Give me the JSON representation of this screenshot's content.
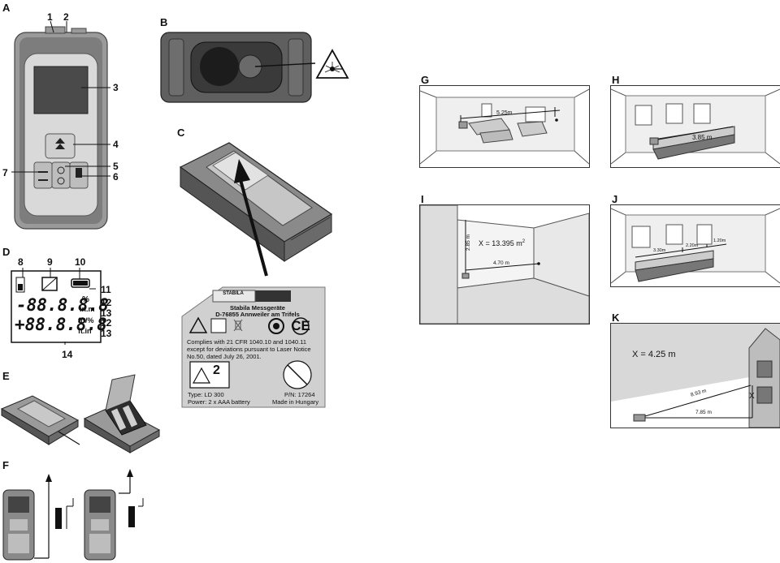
{
  "sections": {
    "a": "A",
    "b": "B",
    "c": "C",
    "d": "D",
    "e": "E",
    "f": "F",
    "g": "G",
    "h": "H",
    "i": "I",
    "j": "J",
    "k": "K"
  },
  "callouts_a": {
    "n1": "1",
    "n2": "2",
    "n3": "3",
    "n4": "4",
    "n5": "5",
    "n6": "6",
    "n7": "7"
  },
  "callouts_d": {
    "n8": "8",
    "n9": "9",
    "n10": "10",
    "n11": "11",
    "n12a": "12",
    "n13a": "13",
    "n12b": "12",
    "n13b": "13",
    "n14": "14"
  },
  "lcd": {
    "line1": "-88.8.8.8",
    "line2": "+88.8.8.8",
    "unit1a": "%",
    "unit1b": "in.m",
    "unit2a": "ft²/%",
    "unit2b": "ft.in"
  },
  "label": {
    "brand": "STABILA",
    "maker": "Stabila Messgeräte",
    "address": "D-76855 Annweiler am Trifels",
    "complies": "Complies with 21 CFR 1040.10 and 1040.11 except for deviations pursuant to Laser Notice No.50, dated July 26, 2001.",
    "class": "2",
    "type": "Type: LD 300",
    "power": "Power: 2 x AAA battery",
    "pn": "P/N: 17264",
    "made": "Made in Hungary"
  },
  "panel_g": {
    "distance": "5.25m"
  },
  "panel_h": {
    "distance": "3.85 m"
  },
  "panel_i": {
    "height": "2.85 m",
    "formula": "X = 13.395 m",
    "sup": "2",
    "width": "4.70 m"
  },
  "panel_j": {
    "d1": "3.30m",
    "d2": "2.20m",
    "d3": "1.20m"
  },
  "panel_k": {
    "result": "X = 4.25 m",
    "hyp": "8.93 m",
    "base": "7.85 m",
    "x": "X"
  }
}
